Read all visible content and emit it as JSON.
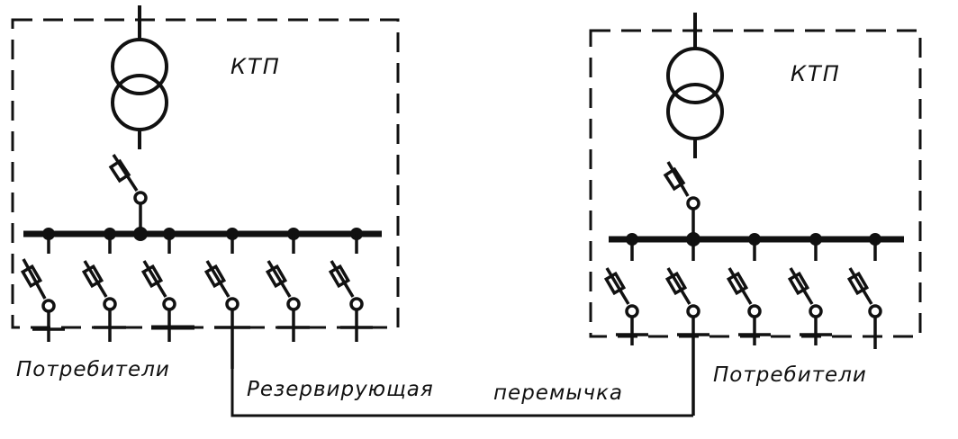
{
  "labels": {
    "ktp_left": "КТП",
    "ktp_right": "КТП",
    "consumers_left": "Потребители",
    "consumers_right": "Потребители",
    "reserve_word1": "Резервирующая",
    "reserve_word2": "перемычка"
  },
  "colors": {
    "ink": "#111111",
    "background": "#ffffff"
  },
  "icons": {
    "transformer": "two-winding-transformer-icon",
    "switch": "fused-disconnector-icon"
  }
}
